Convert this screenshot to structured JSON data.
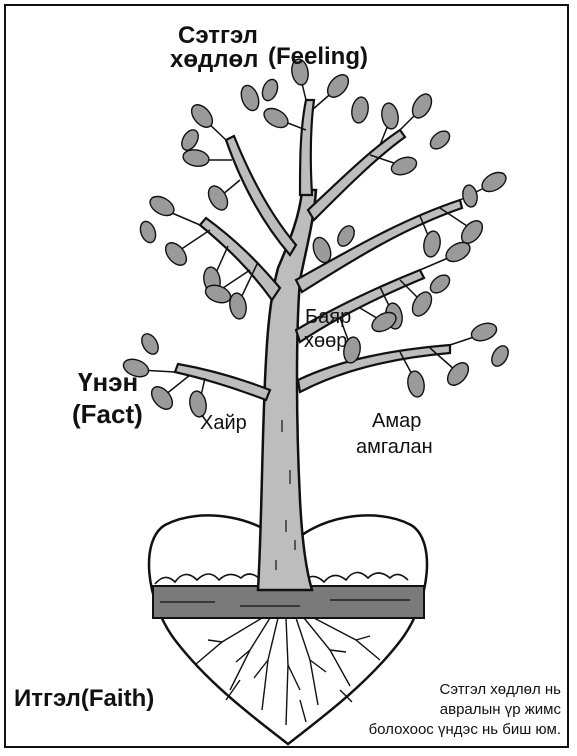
{
  "labels": {
    "feeling_mn_line1": "Сэтгэл",
    "feeling_mn_line2": "хөдлөл",
    "feeling_en": "(Feeling)",
    "fact_mn": "Үнэн",
    "fact_en": "(Fact)",
    "faith_mn": "Итгэл",
    "faith_en": "(Faith)",
    "love": "Хайр",
    "joy_line1": "Баяр",
    "joy_line2": "хөөр",
    "peace_line1": "Амар",
    "peace_line2": "амгалан"
  },
  "caption": {
    "line1": "Сэтгэл хөдлөл нь",
    "line2": "авралын үр жимс",
    "line3": "болохоос үндэс нь биш юм."
  },
  "colors": {
    "ink": "#111111",
    "trunk_fill": "#bdbdbd",
    "leaf_fill": "#9a9a9a",
    "soil_band": "#7a7a7a",
    "background": "#ffffff"
  }
}
